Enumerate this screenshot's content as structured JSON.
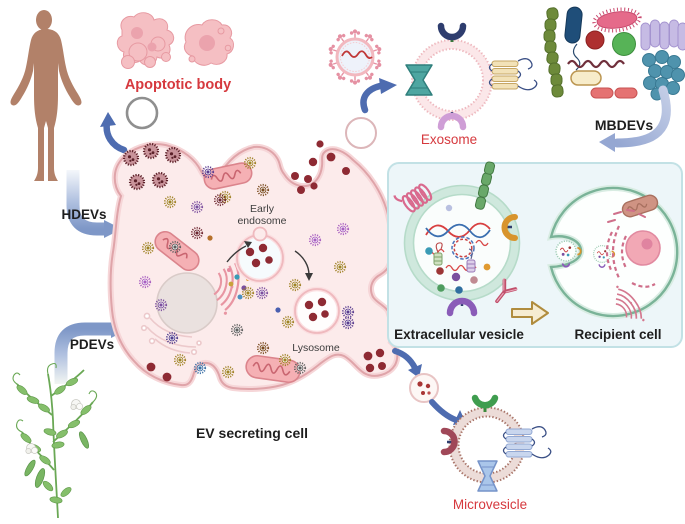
{
  "labels": {
    "apoptotic_body": "Apoptotic body",
    "hdevs": "HDEVs",
    "pdevs": "PDEVs",
    "mbdevs": "MBDEVs",
    "exosome": "Exosome",
    "microvesicle": "Microvesicle",
    "early_endosome_line1": "Early",
    "early_endosome_line2": "endosome",
    "lysosome": "Lysosome",
    "ev_secreting_cell": "EV secreting cell",
    "extracellular_vesicle": "Extracellular vesicle",
    "recipient_cell": "Recipient cell"
  },
  "colors": {
    "red_label": "#d6393e",
    "black_label": "#1e1e1e",
    "organelle_label": "#3d3d3d",
    "arrow_blue": "#4e6cb0",
    "arrow_periwinkle": "#a9b6d8",
    "arrow_gradient_blue": "#7e97c7",
    "cell_fill": "#fcebeb",
    "cell_membrane": "#dfa4a9",
    "panel_background": "#edf6f9",
    "panel_border": "#c2e1e5",
    "recipient_membrane": "#7ab398",
    "tan_arrow_outline": "#b08c3e",
    "exosome_bilayer": "#eeb9bf",
    "microvesicle_bilayer": "#a87468"
  },
  "illustrations": [
    "human-figure-icon",
    "pea-plant-icon",
    "apoptotic-bodies-icon",
    "gray-vesicle-icon",
    "virus-particle-icon",
    "exosome-vesicle-icon",
    "microbes-cluster-icon",
    "secreting-cell-icon",
    "mitochondrion-icon",
    "nucleus-icon",
    "golgi-icon",
    "endoplasmic-reticulum-icon",
    "early-endosome-icon",
    "lysosome-icon",
    "extracellular-vesicle-icon",
    "recipient-cell-icon",
    "microvesicle-icon",
    "curved-arrow-icon",
    "block-arrow-icon"
  ]
}
